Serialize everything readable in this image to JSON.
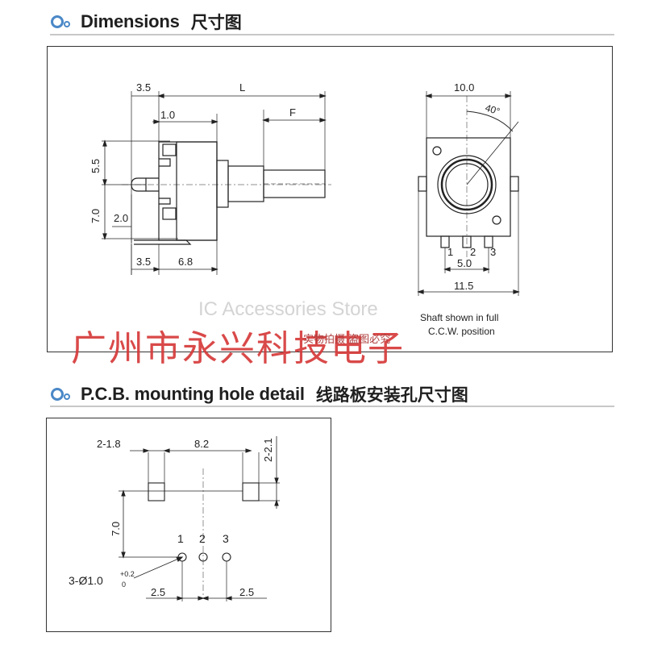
{
  "dimensions": {
    "title": "Dimensions",
    "title_cn": "尺寸图",
    "side_view": {
      "dims": {
        "d35_top": "3.5",
        "L": "L",
        "d10": "1.0",
        "F": "F",
        "d55": "5.5",
        "d70": "7.0",
        "d20": "2.0",
        "d35_bottom": "3.5",
        "d68": "6.8"
      }
    },
    "front_view": {
      "dims": {
        "d100": "10.0",
        "angle": "40°",
        "pin1": "1",
        "pin2": "2",
        "pin3": "3",
        "d50": "5.0",
        "d115": "11.5"
      },
      "note_line1": "Shaft shown in full",
      "note_line2": "C.C.W. position"
    }
  },
  "pcb": {
    "title": "P.C.B. mounting hole detail",
    "title_cn": "线路板安装孔尺寸图",
    "dims": {
      "d218": "2-1.8",
      "d82": "8.2",
      "d221": "2-2.1",
      "d70": "7.0",
      "pin1": "1",
      "pin2": "2",
      "pin3": "3",
      "hole_spec": "3-Ø1.0",
      "tol_plus": "+0.2",
      "tol_zero": "0",
      "d25_left": "2.5",
      "d25_right": "2.5"
    }
  },
  "watermark": {
    "store": "IC Accessories Store",
    "company_cn": "广州市永兴科技电子",
    "small_cn": "实物拍摄 盗图必究"
  },
  "colors": {
    "watermark_red": "#d63a3a",
    "icon_blue": "#4a88c7"
  }
}
